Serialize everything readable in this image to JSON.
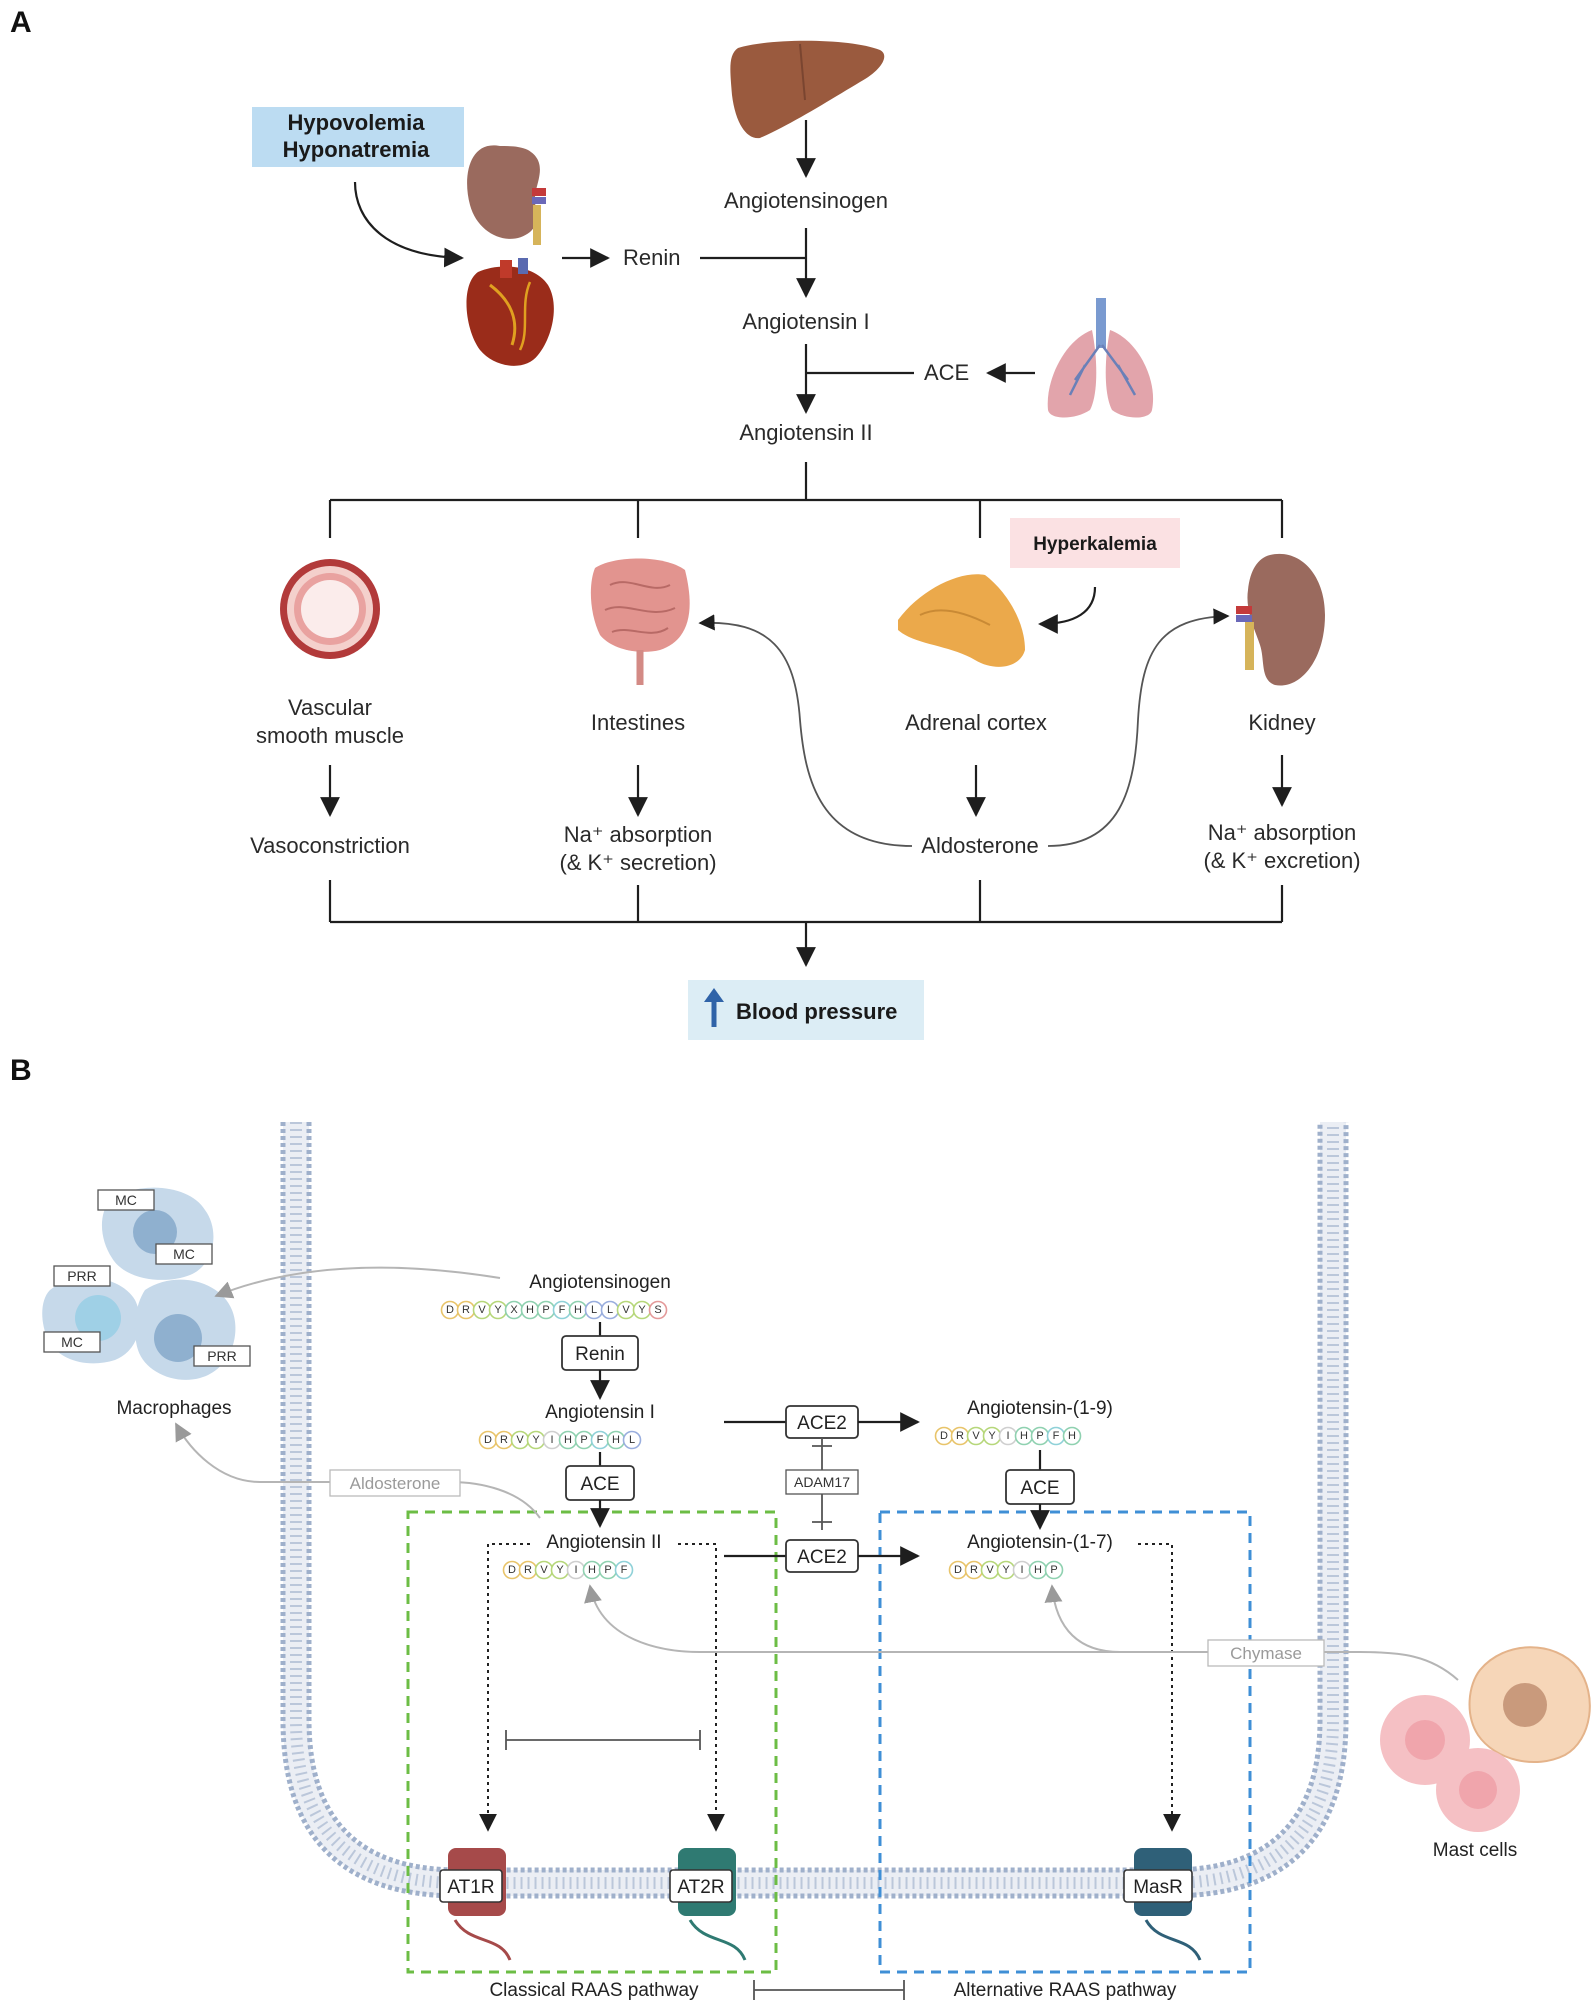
{
  "panel_a": {
    "label": "A",
    "hypo_line1": "Hypovolemia",
    "hypo_line2": "Hyponatremia",
    "angiotensinogen": "Angiotensinogen",
    "renin": "Renin",
    "angiotensin_i": "Angiotensin I",
    "ace": "ACE",
    "angiotensin_ii": "Angiotensin II",
    "hyperkalemia": "Hyperkalemia",
    "vascular_line1": "Vascular",
    "vascular_line2": "smooth muscle",
    "intestines": "Intestines",
    "adrenal": "Adrenal cortex",
    "kidney": "Kidney",
    "vasoconstriction": "Vasoconstriction",
    "na_int_line1": "Na⁺ absorption",
    "na_int_line2": "(& K⁺ secretion)",
    "aldosterone": "Aldosterone",
    "na_kid_line1": "Na⁺ absorption",
    "na_kid_line2": "(& K⁺ excretion)",
    "blood_pressure": "Blood pressure"
  },
  "panel_b": {
    "label": "B",
    "angiotensinogen": "Angiotensinogen",
    "angiotensinogen_seq": [
      "D",
      "R",
      "V",
      "Y",
      "X",
      "H",
      "P",
      "F",
      "H",
      "L",
      "L",
      "V",
      "Y",
      "S"
    ],
    "renin": "Renin",
    "angiotensin_i": "Angiotensin I",
    "angiotensin_i_seq": [
      "D",
      "R",
      "V",
      "Y",
      "I",
      "H",
      "P",
      "F",
      "H",
      "L"
    ],
    "ace": "ACE",
    "ace2_top": "ACE2",
    "adam17": "ADAM17",
    "ace2_bottom": "ACE2",
    "angiotensin_19": "Angiotensin-(1-9)",
    "angiotensin_19_seq": [
      "D",
      "R",
      "V",
      "Y",
      "I",
      "H",
      "P",
      "F",
      "H"
    ],
    "ace_right": "ACE",
    "angiotensin_ii": "Angiotensin II",
    "angiotensin_ii_seq": [
      "D",
      "R",
      "V",
      "Y",
      "I",
      "H",
      "P",
      "F"
    ],
    "angiotensin_17": "Angiotensin-(1-7)",
    "angiotensin_17_seq": [
      "D",
      "R",
      "V",
      "Y",
      "I",
      "H",
      "P"
    ],
    "aldosterone": "Aldosterone",
    "chymase": "Chymase",
    "macrophages": "Macrophages",
    "mc": "MC",
    "prr": "PRR",
    "mast_cells": "Mast cells",
    "at1r": "AT1R",
    "at2r": "AT2R",
    "masr": "MasR",
    "classical": "Classical RAAS pathway",
    "alternative": "Alternative RAAS pathway"
  },
  "colors": {
    "hypo_box": "#bcdcf2",
    "hyper_box": "#fbe1e3",
    "bp_box": "#dcedf5",
    "bp_arrow": "#2f63a8",
    "green_dash": "#6cbd45",
    "blue_dash": "#3f8fd6",
    "membrane": "#9fb0cb"
  },
  "icons": [
    "liver-icon",
    "kidney-icon",
    "heart-icon",
    "lungs-icon",
    "artery-icon",
    "intestines-icon",
    "adrenal-gland-icon",
    "macrophage-icon",
    "mast-cell-icon",
    "receptor-icon"
  ]
}
